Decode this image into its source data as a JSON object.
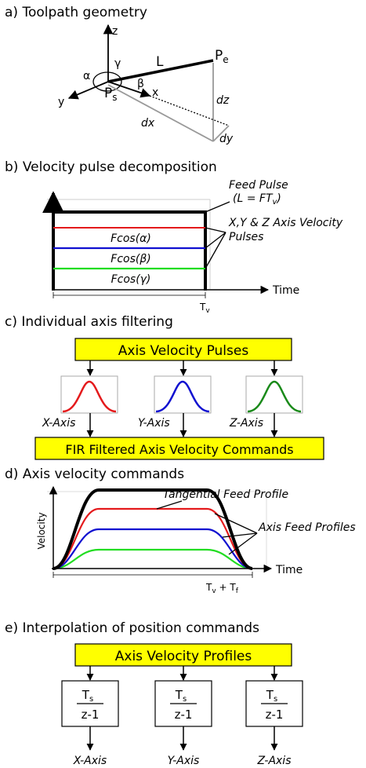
{
  "sections": {
    "a": {
      "title": "a) Toolpath geometry",
      "labels": {
        "z": "z",
        "y": "y",
        "x": "x",
        "alpha": "α",
        "gamma": "γ",
        "beta": "β",
        "L": "L",
        "Pe": "P",
        "Pe_sub": "e",
        "Ps": "P",
        "Ps_sub": "s",
        "dx": "dx",
        "dy": "dy",
        "dz": "dz"
      }
    },
    "b": {
      "title": "b) Velocity pulse decomposition",
      "feed_pulse_line1": "Feed Pulse",
      "feed_pulse_line2": "(L = FT",
      "feed_pulse_sub": "v",
      "feed_pulse_end": ")",
      "axis_pulses_line1": "X,Y & Z Axis Velocity",
      "axis_pulses_line2": "Pulses",
      "fcos_alpha": "Fcos(α)",
      "fcos_beta": "Fcos(β)",
      "fcos_gamma": "Fcos(γ)",
      "time_label": "Time",
      "tv": "T",
      "tv_sub": "v"
    },
    "c": {
      "title": "c) Individual axis filtering",
      "top_box": "Axis Velocity Pulses",
      "bottom_box": "FIR Filtered Axis Velocity Commands",
      "x_axis": "X-Axis",
      "y_axis": "Y-Axis",
      "z_axis": "Z-Axis"
    },
    "d": {
      "title": "d) Axis velocity commands",
      "tangential": "Tangential Feed Profile",
      "axis_feed": "Axis Feed Profiles",
      "velocity": "Velocity",
      "time_label": "Time",
      "t_label": "T",
      "t_sub1": "v",
      "t_plus": " + T",
      "t_sub2": "f"
    },
    "e": {
      "title": "e) Interpolation of position commands",
      "top_box": "Axis Velocity Profiles",
      "ts": "T",
      "ts_sub": "s",
      "z1": "z-1",
      "x_axis": "X-Axis",
      "y_axis": "Y-Axis",
      "z_axis": "Z-Axis"
    }
  },
  "colors": {
    "red": "#e41a1c",
    "blue": "#1010d0",
    "green": "#22dd22",
    "dark_green": "#1a8a1a",
    "yellow": "#ffff00",
    "gray": "#999999"
  }
}
